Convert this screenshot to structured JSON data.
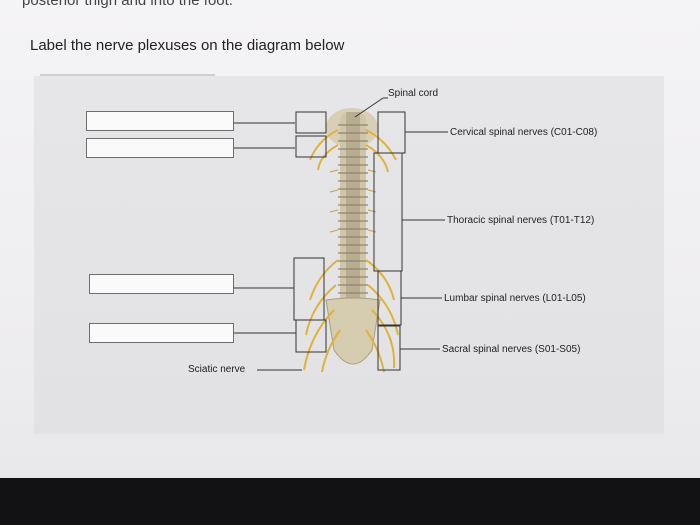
{
  "header": {
    "cut_text": "posterior thigh and into the foot.",
    "question": "Label the nerve plexuses on the diagram below"
  },
  "diagram": {
    "labels": {
      "spinal_cord": "Spinal cord",
      "cervical": "Cervical spinal nerves (C01-C08)",
      "thoracic": "Thoracic spinal nerves (T01-T12)",
      "lumbar": "Lumbar spinal nerves (L01-L05)",
      "sacral": "Sacral spinal nerves (S01-S05)",
      "sciatic": "Sciatic nerve"
    },
    "answer_boxes": [
      {
        "value": "",
        "placeholder": ""
      },
      {
        "value": "",
        "placeholder": ""
      },
      {
        "value": "",
        "placeholder": ""
      },
      {
        "value": "",
        "placeholder": ""
      }
    ]
  },
  "colors": {
    "bone": "#d9cfb4",
    "nerve": "#e2b43c",
    "line": "#333333"
  }
}
